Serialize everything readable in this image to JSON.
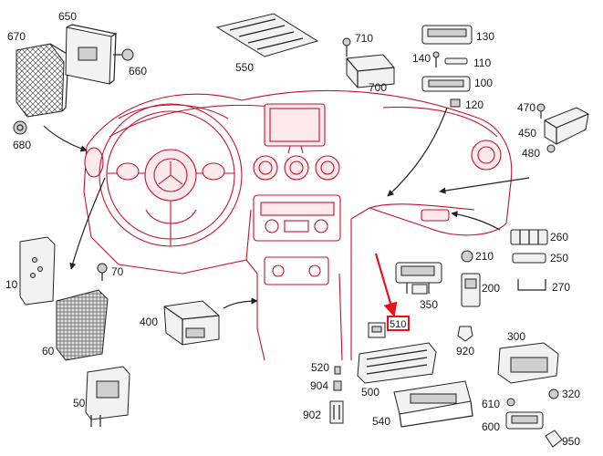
{
  "callouts": [
    {
      "id": "10",
      "text": "10"
    },
    {
      "id": "50",
      "text": "50"
    },
    {
      "id": "60",
      "text": "60"
    },
    {
      "id": "70",
      "text": "70"
    },
    {
      "id": "100",
      "text": "100"
    },
    {
      "id": "110",
      "text": "110"
    },
    {
      "id": "120",
      "text": "120"
    },
    {
      "id": "130",
      "text": "130"
    },
    {
      "id": "140",
      "text": "140"
    },
    {
      "id": "200",
      "text": "200"
    },
    {
      "id": "210",
      "text": "210"
    },
    {
      "id": "250",
      "text": "250"
    },
    {
      "id": "260",
      "text": "260"
    },
    {
      "id": "270",
      "text": "270"
    },
    {
      "id": "300",
      "text": "300"
    },
    {
      "id": "320",
      "text": "320"
    },
    {
      "id": "350",
      "text": "350"
    },
    {
      "id": "400",
      "text": "400"
    },
    {
      "id": "450",
      "text": "450"
    },
    {
      "id": "470",
      "text": "470"
    },
    {
      "id": "480",
      "text": "480"
    },
    {
      "id": "500",
      "text": "500"
    },
    {
      "id": "510",
      "text": "510"
    },
    {
      "id": "520",
      "text": "520"
    },
    {
      "id": "540",
      "text": "540"
    },
    {
      "id": "550",
      "text": "550"
    },
    {
      "id": "600",
      "text": "600"
    },
    {
      "id": "610",
      "text": "610"
    },
    {
      "id": "650",
      "text": "650"
    },
    {
      "id": "660",
      "text": "660"
    },
    {
      "id": "670",
      "text": "670"
    },
    {
      "id": "680",
      "text": "680"
    },
    {
      "id": "700",
      "text": "700"
    },
    {
      "id": "710",
      "text": "710"
    },
    {
      "id": "902",
      "text": "902"
    },
    {
      "id": "904",
      "text": "904"
    },
    {
      "id": "920",
      "text": "920"
    },
    {
      "id": "950",
      "text": "950"
    }
  ],
  "highlight": {
    "part": "510",
    "color": "#e8101a"
  },
  "colors": {
    "dashboard_outline": "#c8102e",
    "part_outline": "#222222"
  }
}
